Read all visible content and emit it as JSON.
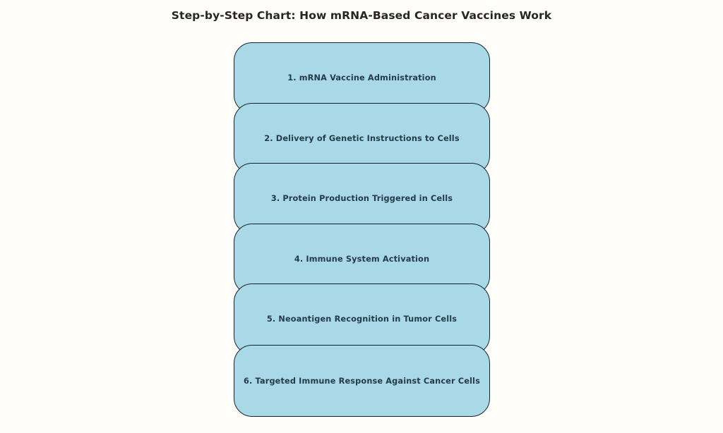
{
  "chart_data": {
    "type": "diagram",
    "diagram_kind": "flowchart",
    "title": "Step-by-Step Chart: How mRNA-Based Cancer Vaccines Work",
    "orientation": "bottom-to-top",
    "node_shape": "rounded-rectangle",
    "node_fill_color": "#a9d8e6",
    "node_border_color": "#12242e",
    "node_text_color": "#243b4a",
    "arrow_color": "#11202b",
    "background_color": "#fffefa",
    "nodes": [
      {
        "id": "step-1",
        "order": 1,
        "label": "1. mRNA Vaccine Administration"
      },
      {
        "id": "step-2",
        "order": 2,
        "label": "2. Delivery of Genetic Instructions to Cells"
      },
      {
        "id": "step-3",
        "order": 3,
        "label": "3. Protein Production Triggered in Cells"
      },
      {
        "id": "step-4",
        "order": 4,
        "label": "4. Immune System Activation"
      },
      {
        "id": "step-5",
        "order": 5,
        "label": "5. Neoantigen Recognition in Tumor Cells"
      },
      {
        "id": "step-6",
        "order": 6,
        "label": "6. Targeted Immune Response Against Cancer Cells"
      }
    ],
    "edges": [
      {
        "from": "step-2",
        "to": "step-1",
        "style": "solid",
        "arrowhead": "up"
      },
      {
        "from": "step-3",
        "to": "step-2",
        "style": "solid",
        "arrowhead": "up"
      },
      {
        "from": "step-4",
        "to": "step-3",
        "style": "solid",
        "arrowhead": "up"
      },
      {
        "from": "step-5",
        "to": "step-4",
        "style": "solid",
        "arrowhead": "up"
      },
      {
        "from": "step-6",
        "to": "step-5",
        "style": "solid",
        "arrowhead": "up"
      }
    ]
  }
}
